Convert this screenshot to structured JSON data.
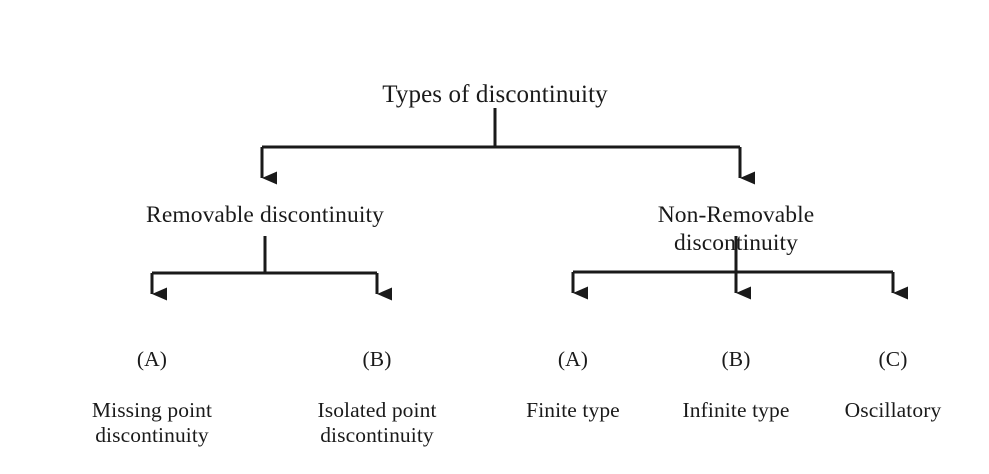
{
  "diagram": {
    "title": "Types of discontinuity",
    "root": {
      "label": "Types of discontinuity"
    },
    "branches": [
      {
        "label": "Removable discontinuity",
        "children": [
          {
            "tag": "(A)",
            "label": "Missing point\ndiscontinuity"
          },
          {
            "tag": "(B)",
            "label": "Isolated point\ndiscontinuity"
          }
        ]
      },
      {
        "label": "Non-Removable discontinuity",
        "children": [
          {
            "tag": "(A)",
            "label": "Finite type"
          },
          {
            "tag": "(B)",
            "label": "Infinite type"
          },
          {
            "tag": "(C)",
            "label": "Oscillatory"
          }
        ]
      }
    ],
    "style": {
      "line_color": "#1a1a1a",
      "text_color": "#1a1a1a",
      "background_color": "#ffffff",
      "line_width": 3
    }
  }
}
